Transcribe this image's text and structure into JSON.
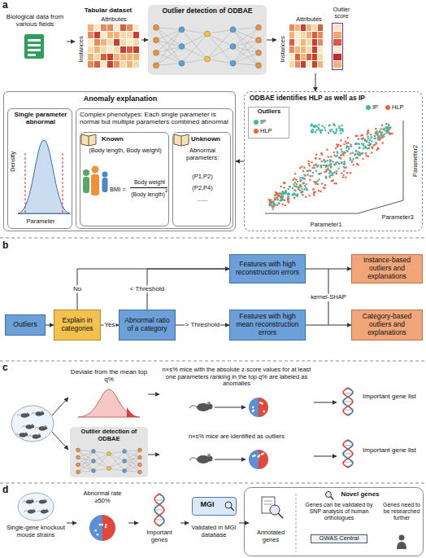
{
  "diagram": {
    "nodes": [
      {
        "text": [
          "Biological data from various fields"
        ]
      },
      {
        "text": [
          "Tabular dataset",
          "Attributes",
          "Instances"
        ]
      },
      {
        "text": [
          "Outlier detection of ODBAE"
        ]
      },
      {
        "text": [
          "Attributes",
          "Instances",
          "Outlier score"
        ]
      },
      {
        "text": [
          "ODBAE identifies HLP as well as IP",
          "Parameter1",
          "Parameter2",
          "Parameter3"
        ]
      },
      {
        "text": [
          "Anomaly explanation"
        ]
      },
      {
        "text": [
          "Single parameter abnormal",
          "Density",
          "Parameter"
        ],
        "in": 5
      },
      {
        "text": [
          "Complex phenotypes: Each single parameter is normal but multiple parameters combined abnormal"
        ],
        "in": 5
      },
      {
        "text": [
          "Known",
          "(Body length, Body weight)",
          "BMI =",
          "Body weight",
          "(Body length)",
          "2"
        ],
        "in": 7
      },
      {
        "text": [
          "Unknown",
          "Abnormal parameters:",
          "(P1,P2)",
          "(P2,P4)",
          "......"
        ],
        "in": 7
      },
      {
        "text": [
          "Outliers"
        ]
      },
      {
        "text": [
          "Explain in categories"
        ]
      },
      {
        "text": [
          "Abnormal ratio of a category"
        ]
      },
      {
        "text": [
          "Features with high reconstruction errors"
        ]
      },
      {
        "text": [
          "Features with high mean reconstruction errors"
        ]
      },
      {
        "text": [
          "Instance-based outliers and explanations"
        ]
      },
      {
        "text": [
          "Category-based outliers and explanations"
        ]
      },
      {
        "text": [
          "Deviate from the mean top q%"
        ]
      },
      {
        "text": [
          "n×s% mice with the absolute z-score values for at least one parameters ranking in the top q% are labeled as anomalies"
        ]
      },
      {
        "text": [
          "Important gene list"
        ]
      },
      {
        "text": [
          "Outlier detection of ODBAE"
        ]
      },
      {
        "text": [
          "n×s% mice are identified as outliers"
        ]
      },
      {
        "text": [
          "Important gene list"
        ]
      },
      {
        "text": [
          "Single-gene knockout mouse strains"
        ]
      },
      {
        "text": [
          "Abnormal rate ≥50%"
        ]
      },
      {
        "text": [
          "Important genes"
        ]
      },
      {
        "text": [
          "MGI",
          "Validated in MGI database"
        ]
      },
      {
        "text": [
          "Annotated genes"
        ]
      },
      {
        "text": [
          "Novel genes"
        ]
      },
      {
        "text": [
          "Genes can be validated by SNP analysis of human orthologues",
          "GWAS Central"
        ],
        "in": 28
      },
      {
        "text": [
          "Genes need to be researched further"
        ],
        "in": 28
      }
    ],
    "edges": [
      {
        "from": 0,
        "to": 1,
        "arrow": "to"
      },
      {
        "from": 1,
        "to": 2,
        "arrow": "to"
      },
      {
        "from": 2,
        "to": 3,
        "arrow": "to"
      },
      {
        "from": 3,
        "to": 4,
        "arrow": "to"
      },
      {
        "from": 4,
        "to": 5,
        "arrow": "to"
      },
      {
        "from": 10,
        "to": 11,
        "arrow": "to"
      },
      {
        "from": 11,
        "to": 13,
        "label": "No",
        "arrow": "to"
      },
      {
        "from": 11,
        "to": 12,
        "label": "Yes",
        "arrow": "to"
      },
      {
        "from": 12,
        "to": 13,
        "label": "< Threshold",
        "arrow": "to"
      },
      {
        "from": 12,
        "to": 14,
        "label": "> Threshold",
        "arrow": "to"
      },
      {
        "from": 13,
        "to": 15,
        "arrow": "to"
      },
      {
        "from": 14,
        "to": 16,
        "arrow": "to"
      },
      {
        "from": 17,
        "to": 18,
        "arrow": "to"
      },
      {
        "from": 18,
        "to": 19,
        "arrow": "to"
      },
      {
        "from": 20,
        "to": 21,
        "arrow": "to"
      },
      {
        "from": 21,
        "to": 22,
        "arrow": "to"
      },
      {
        "from": 23,
        "to": 24,
        "arrow": "to"
      },
      {
        "from": 24,
        "to": 25,
        "arrow": "to"
      },
      {
        "from": 25,
        "to": 26,
        "arrow": "to"
      },
      {
        "from": 26,
        "to": 27,
        "arrow": "to"
      }
    ],
    "labels": [
      "a",
      "Outliers",
      "b",
      "kernel-SHAP",
      "c",
      "d"
    ],
    "legend": [
      {
        "text": "IP",
        "color": "#3fb8a6"
      },
      {
        "text": "HLP",
        "color": "#f0603c"
      },
      {
        "text": "IP",
        "color": "#3fb8a6"
      },
      {
        "text": "HLP",
        "color": "#f0603c"
      }
    ]
  }
}
